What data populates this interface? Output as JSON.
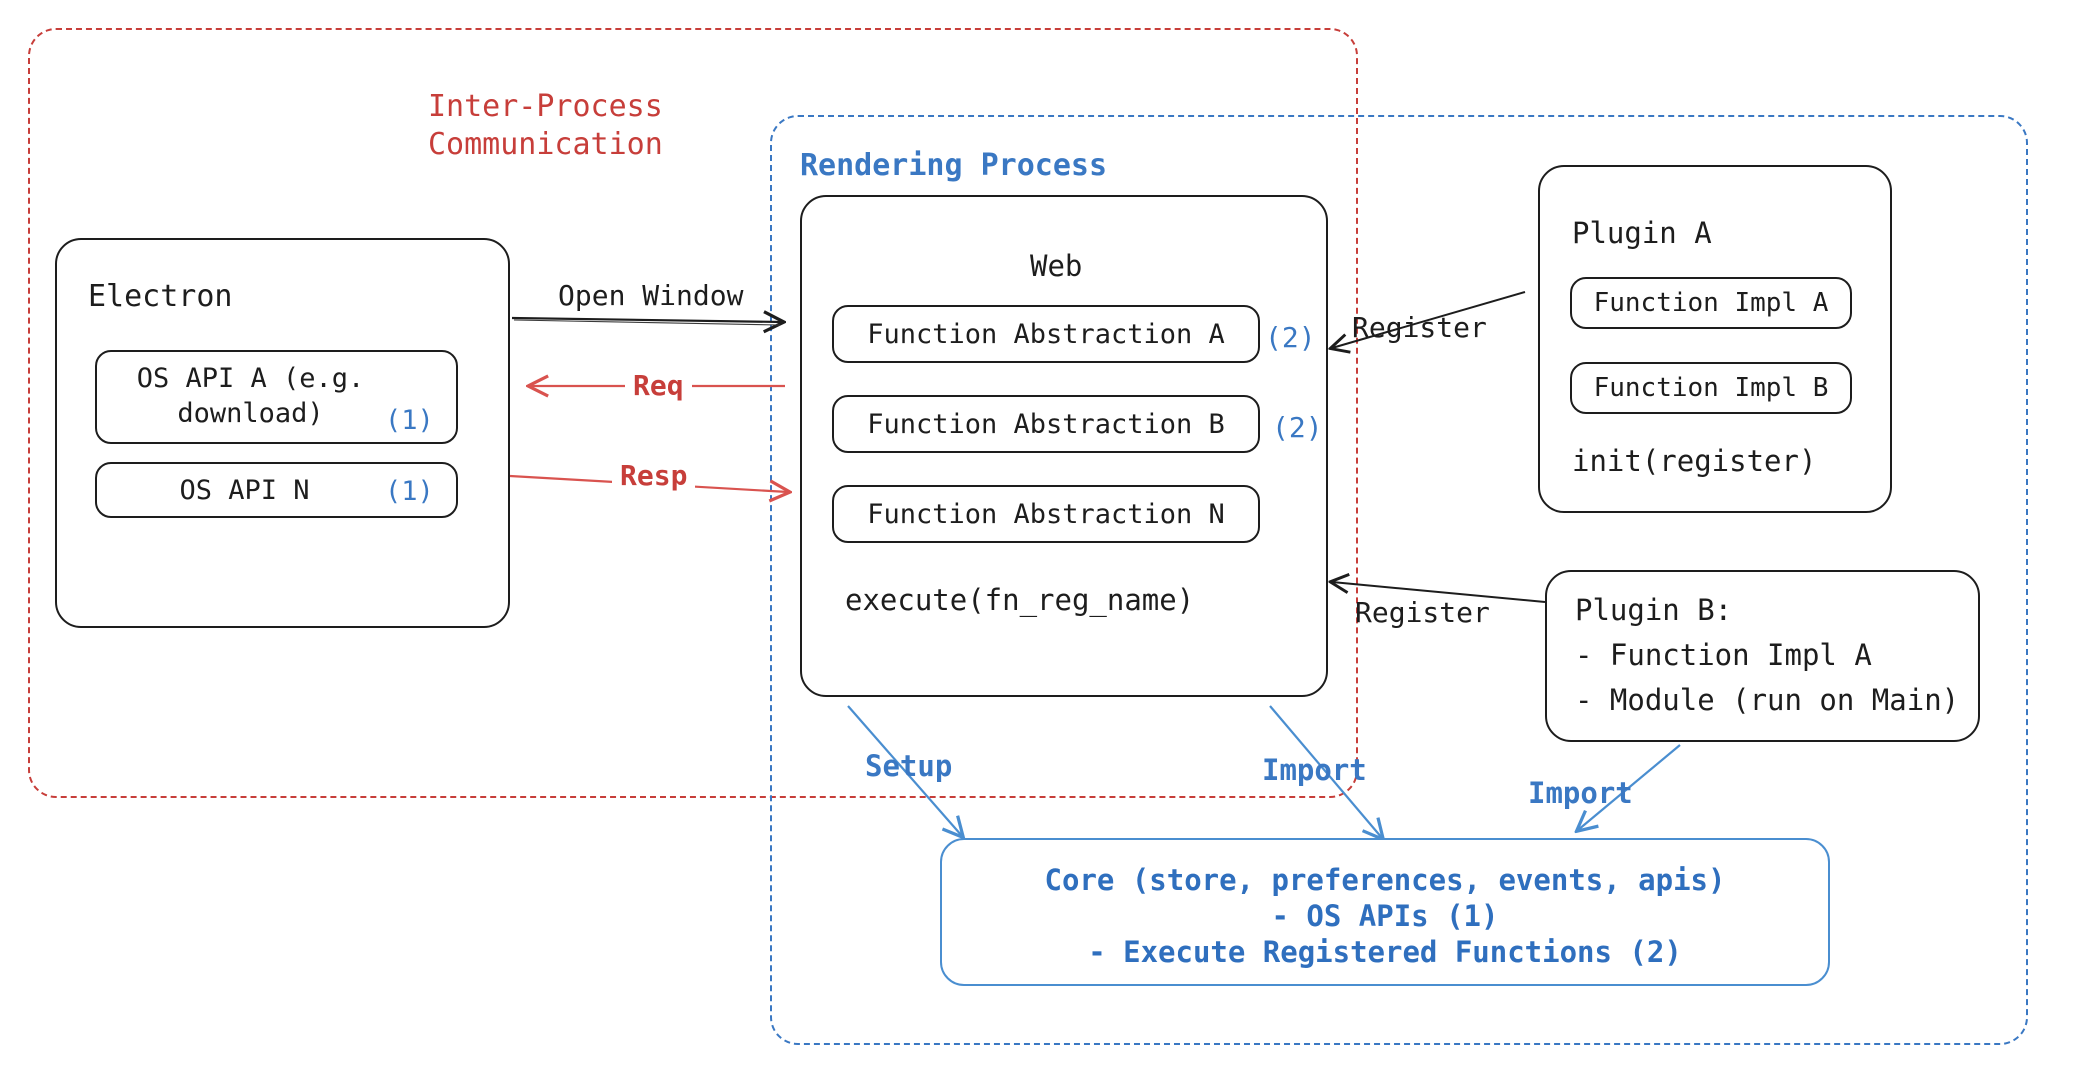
{
  "diagram": {
    "title": "Electron plugin architecture",
    "colors": {
      "ipc_red": "#c73e3a",
      "process_blue": "#3a78c3",
      "core_blue": "#2f6fbe",
      "node_black": "#1d1d1d"
    }
  },
  "containers": {
    "ipc": {
      "label": "Inter-Process\nCommunication"
    },
    "rendering": {
      "label": "Rendering Process"
    }
  },
  "electron": {
    "title": "Electron",
    "apis": [
      {
        "label": "OS API A (e.g.\ndownload)",
        "marker": "(1)"
      },
      {
        "label": "OS API N",
        "marker": "(1)"
      }
    ]
  },
  "web": {
    "title": "Web",
    "abstractions": [
      {
        "label": "Function Abstraction A",
        "marker": "(2)"
      },
      {
        "label": "Function Abstraction B",
        "marker": "(2)"
      },
      {
        "label": "Function Abstraction N",
        "marker": ""
      }
    ],
    "execute": "execute(fn_reg_name)"
  },
  "plugin_a": {
    "title": "Plugin A",
    "functions": [
      "Function Impl A",
      "Function Impl B"
    ],
    "init": "init(register)"
  },
  "plugin_b": {
    "lines": [
      "Plugin B:",
      "- Function Impl A",
      "- Module (run on Main)"
    ]
  },
  "core": {
    "lines": [
      "Core (store, preferences, events, apis)",
      "- OS APIs (1)",
      "- Execute Registered Functions (2)"
    ]
  },
  "edges": {
    "open_window": "Open Window",
    "req": "Req",
    "resp": "Resp",
    "register_a": "Register",
    "register_b": "Register",
    "setup": "Setup",
    "import_left": "Import",
    "import_right": "Import"
  }
}
